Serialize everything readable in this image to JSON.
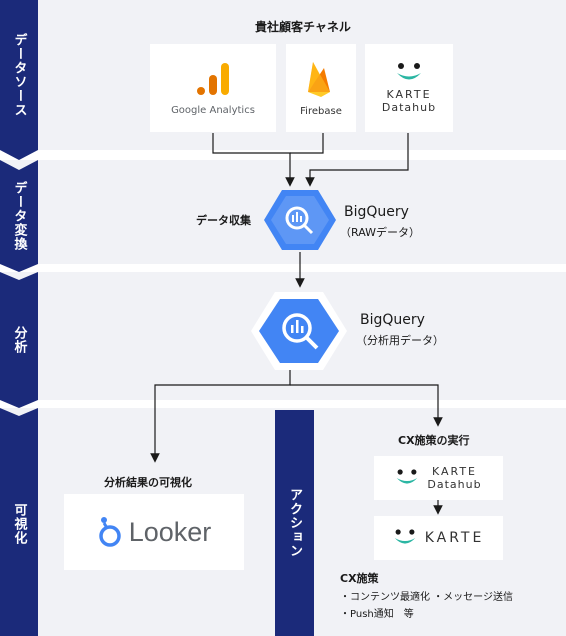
{
  "stages": [
    {
      "label": "データソース"
    },
    {
      "label": "データ変換"
    },
    {
      "label": "分析"
    },
    {
      "label": "可視化"
    }
  ],
  "sources": {
    "title": "貴社顧客チャネル",
    "google_analytics": "Google Analytics",
    "firebase": "Firebase",
    "karte_datahub_line1": "KARTE",
    "karte_datahub_line2": "Datahub"
  },
  "transform": {
    "step_label": "データ収集",
    "name": "BigQuery",
    "sub": "（RAWデータ）"
  },
  "analysis": {
    "name": "BigQuery",
    "sub": "（分析用データ）"
  },
  "visualize": {
    "title": "分析結果の可視化",
    "looker": "Looker"
  },
  "action": {
    "label": "アクション",
    "title": "CX施策の実行",
    "karte_datahub_line1": "KARTE",
    "karte_datahub_line2": "Datahub",
    "karte": "KARTE",
    "cx_title": "CX施策",
    "cx_line1": "・コンテンツ最適化 ・メッセージ送信",
    "cx_line2": "・Push通知　等"
  },
  "colors": {
    "navy": "#1b2a7a",
    "band": "#f1f2f6",
    "bigquery": "#4285f4",
    "karte_green": "#2bb6a3"
  }
}
